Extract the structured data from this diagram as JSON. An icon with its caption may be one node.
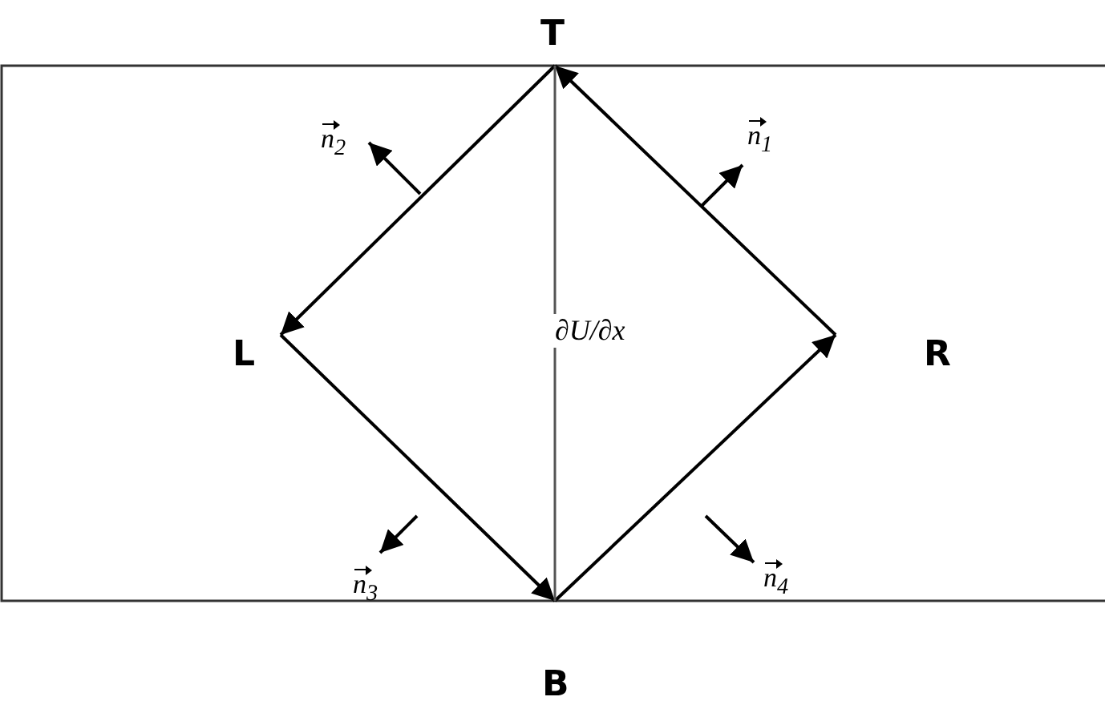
{
  "diagram": {
    "nodes": [
      {
        "text": [
          "T"
        ]
      },
      {
        "text": [
          "L"
        ]
      },
      {
        "text": [
          "R"
        ]
      },
      {
        "text": [
          "B"
        ]
      }
    ],
    "edges": [
      {
        "from": 3,
        "to": 2,
        "arrow": "to"
      },
      {
        "from": 2,
        "to": 0,
        "arrow": "to"
      },
      {
        "from": 0,
        "to": 1,
        "arrow": "to"
      },
      {
        "from": 1,
        "to": 3,
        "arrow": "to"
      },
      {
        "from": 3,
        "to": 0,
        "arrow": "none",
        "label": "∂U/∂x",
        "color": "#555555"
      }
    ],
    "labels": [
      "n$_{2}$",
      "n$_{1}$",
      "n$_{3}$",
      "n$_{4}$"
    ]
  }
}
